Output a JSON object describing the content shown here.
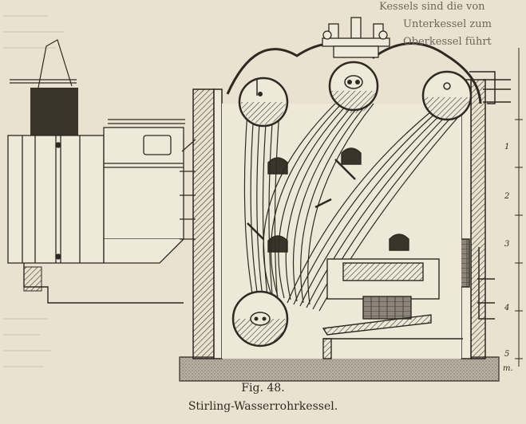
{
  "figure": {
    "number": "Fig. 48.",
    "title": "Stirling-Wasserrohrkessel.",
    "scale_labels": [
      "1",
      "2",
      "3",
      "4",
      "5",
      "m."
    ]
  },
  "margin_text": {
    "top_right": "Kessels sind die von",
    "line2": "Unterkessel zum",
    "line3": "Oberkessel führt"
  }
}
